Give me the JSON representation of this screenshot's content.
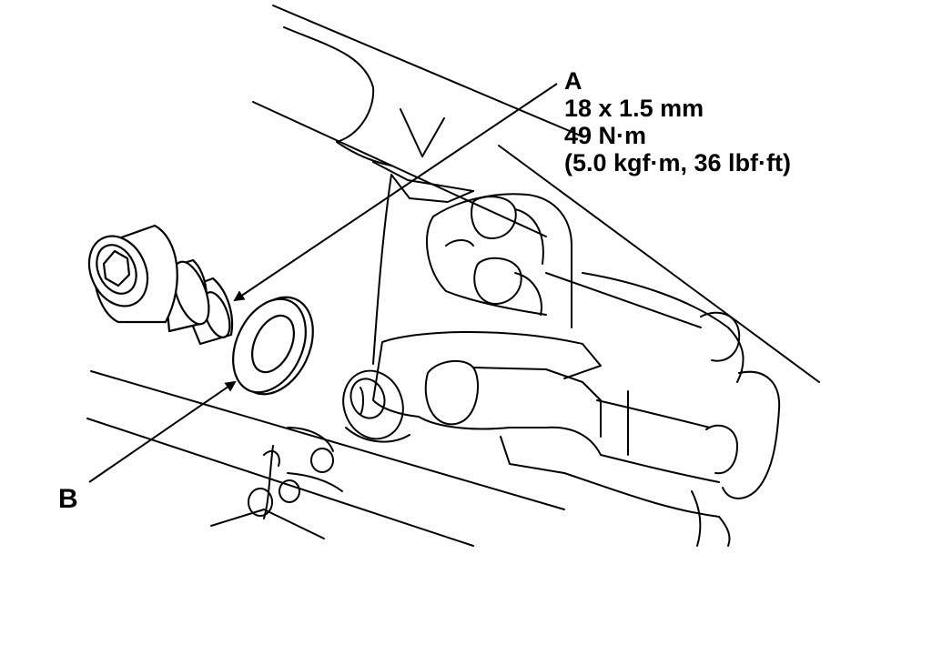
{
  "callouts": {
    "a": {
      "letter": "A",
      "size": "18 x 1.5 mm",
      "torque": "49 N·m",
      "torque_alt": "(5.0 kgf·m, 36 lbf·ft)"
    },
    "b": {
      "letter": "B"
    }
  },
  "colors": {
    "line": "#000000",
    "background": "#ffffff"
  },
  "icons": {
    "bolt": "drain-bolt-icon",
    "washer": "sealing-washer-icon"
  }
}
